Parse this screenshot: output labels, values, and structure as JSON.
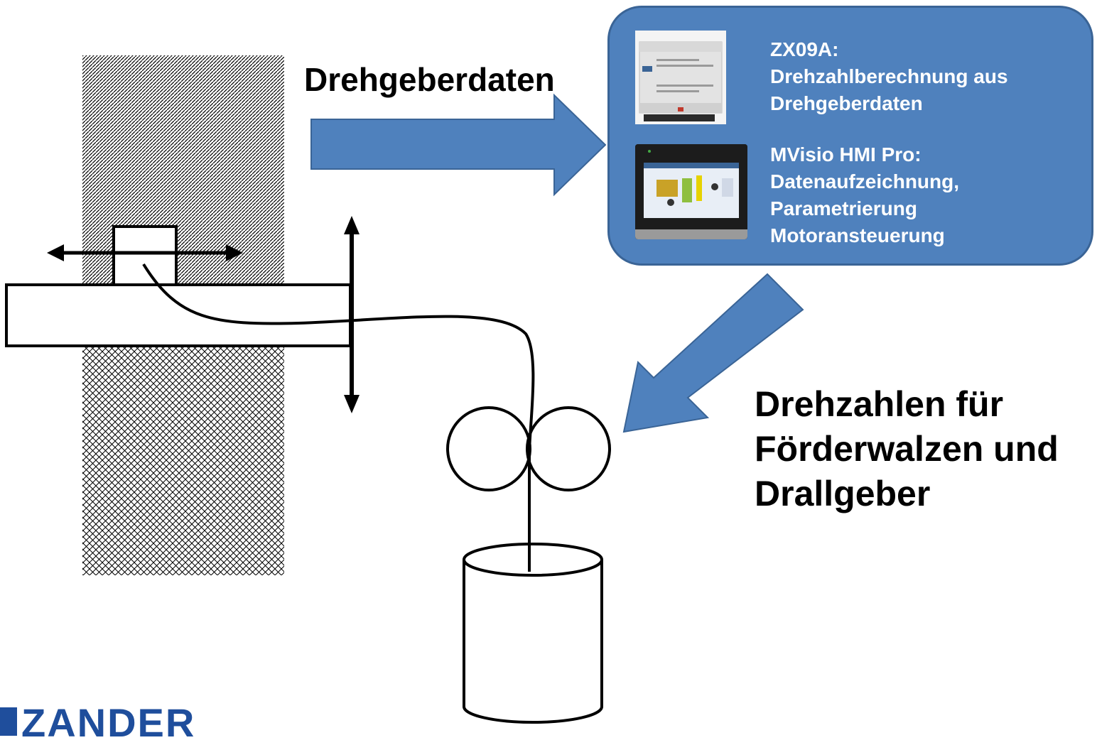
{
  "labels": {
    "encoder_data": "Drehgeberdaten",
    "speeds_lines": [
      "Drehzahlen für",
      "Förderwalzen und",
      "Drallgeber"
    ]
  },
  "control_panel": {
    "color": "#4f81bd",
    "devices": [
      {
        "icon": "zx09a-module-photo",
        "lines": [
          "ZX09A:",
          "Drehzahlberechnung aus",
          "Drehgeberdaten"
        ]
      },
      {
        "icon": "mvisio-hmi-photo",
        "lines": [
          "MVisio HMI Pro:",
          "Datenaufzeichnung,",
          "Parametrierung",
          "Motoransteuerung"
        ]
      }
    ]
  },
  "logo": {
    "text": "ZANDER",
    "color": "#1f4e9c"
  },
  "colors": {
    "arrow_fill": "#4f81bd",
    "arrow_stroke": "#3a6496",
    "line": "#000000"
  }
}
